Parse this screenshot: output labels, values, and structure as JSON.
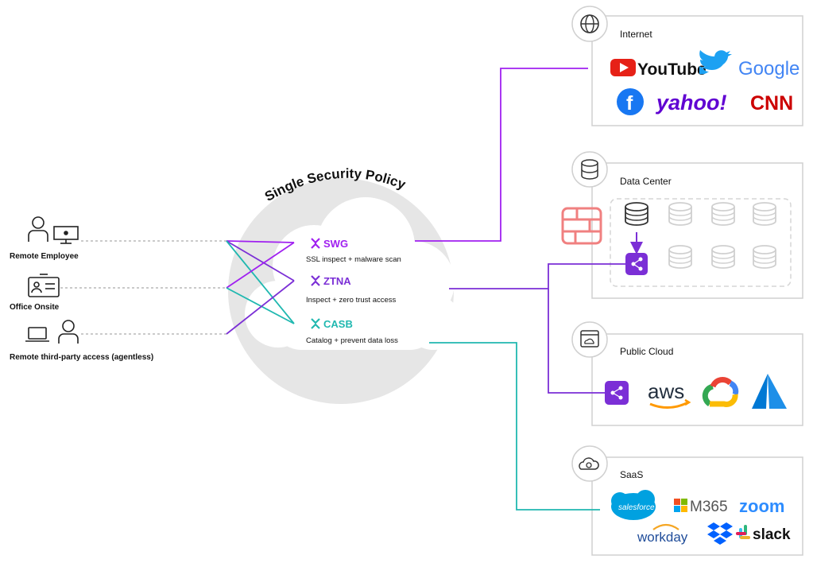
{
  "policy": {
    "title": "Single Security Policy",
    "services": [
      {
        "name": "SWG",
        "desc": "SSL inspect + malware scan"
      },
      {
        "name": "ZTNA",
        "desc": "Inspect + zero trust access"
      },
      {
        "name": "CASB",
        "desc": "Catalog + prevent data loss"
      }
    ]
  },
  "users": [
    {
      "label": "Remote Employee"
    },
    {
      "label": "Office Onsite"
    },
    {
      "label": "Remote third-party access (agentless)"
    }
  ],
  "destinations": {
    "internet": {
      "title": "Internet",
      "logos": [
        "YouTube",
        "Google",
        "yahoo!",
        "CNN"
      ]
    },
    "datacenter": {
      "title": "Data Center"
    },
    "cloud": {
      "title": "Public Cloud",
      "logos": [
        "aws"
      ]
    },
    "saas": {
      "title": "SaaS",
      "logos": [
        "salesforce",
        "M365",
        "zoom",
        "workday",
        "slack"
      ]
    }
  },
  "icons": {
    "internet": "globe-icon",
    "datacenter": "database-icon",
    "cloud": "browser-cloud-icon",
    "saas": "gear-cloud-icon"
  },
  "colors": {
    "purple": "#a020f0",
    "violet": "#7b2fd6",
    "teal": "#20b8b0",
    "panel_border": "#cfcfcf",
    "cloud_ring": "#e4e4e4"
  }
}
